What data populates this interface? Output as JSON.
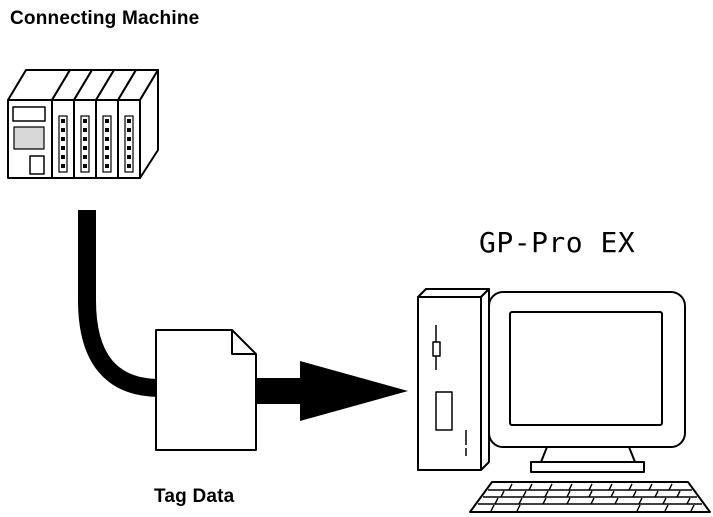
{
  "labels": {
    "machine": "Connecting Machine",
    "software": "GP-Pro EX",
    "tag_data": "Tag Data"
  },
  "colors": {
    "ink": "#000000",
    "fill": "#ffffff",
    "shade": "#d8d8d8"
  }
}
